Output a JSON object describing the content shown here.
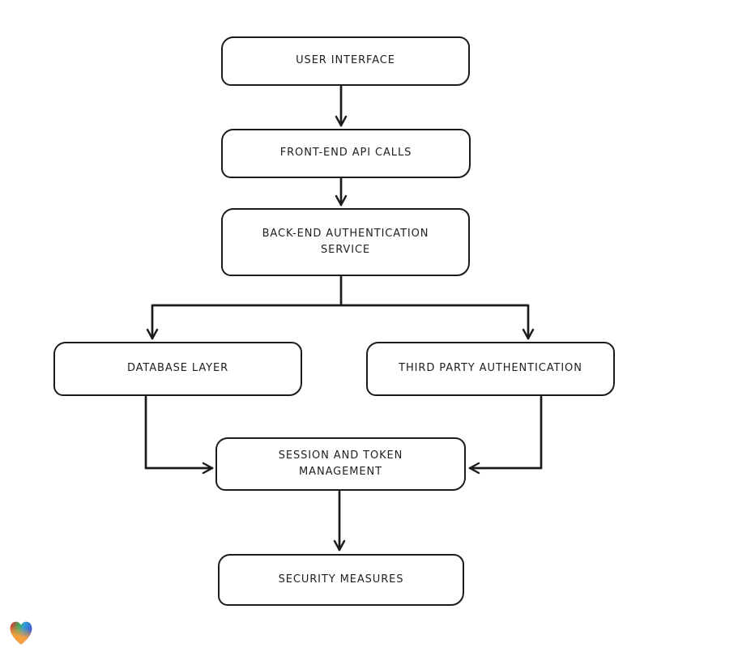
{
  "canvas": {
    "background": "#ffffff",
    "stroke_color": "#1b1b1b",
    "text_color": "#1f1f1f"
  },
  "diagram": {
    "nodes": [
      {
        "id": "user-interface",
        "label": "USER INTERFACE"
      },
      {
        "id": "front-end-api-calls",
        "label": "FRONT-END API CALLS"
      },
      {
        "id": "back-end-authentication-service",
        "label": "BACK-END AUTHENTICATION\nSERVICE"
      },
      {
        "id": "database-layer",
        "label": "DATABASE LAYER"
      },
      {
        "id": "third-party-authentication",
        "label": "THIRD PARTY AUTHENTICATION"
      },
      {
        "id": "session-and-token-management",
        "label": "SESSION AND TOKEN\nMANAGEMENT"
      },
      {
        "id": "security-measures",
        "label": "SECURITY MEASURES"
      }
    ],
    "edges": [
      {
        "from": "user-interface",
        "to": "front-end-api-calls"
      },
      {
        "from": "front-end-api-calls",
        "to": "back-end-authentication-service"
      },
      {
        "from": "back-end-authentication-service",
        "to": "database-layer"
      },
      {
        "from": "back-end-authentication-service",
        "to": "third-party-authentication"
      },
      {
        "from": "database-layer",
        "to": "session-and-token-management"
      },
      {
        "from": "third-party-authentication",
        "to": "session-and-token-management"
      },
      {
        "from": "session-and-token-management",
        "to": "security-measures"
      }
    ]
  },
  "logo": {
    "name": "gradient-heart",
    "colors": [
      "#e8252d",
      "#3faf62",
      "#2d9fd4",
      "#4156d8",
      "#f79e3d"
    ]
  }
}
